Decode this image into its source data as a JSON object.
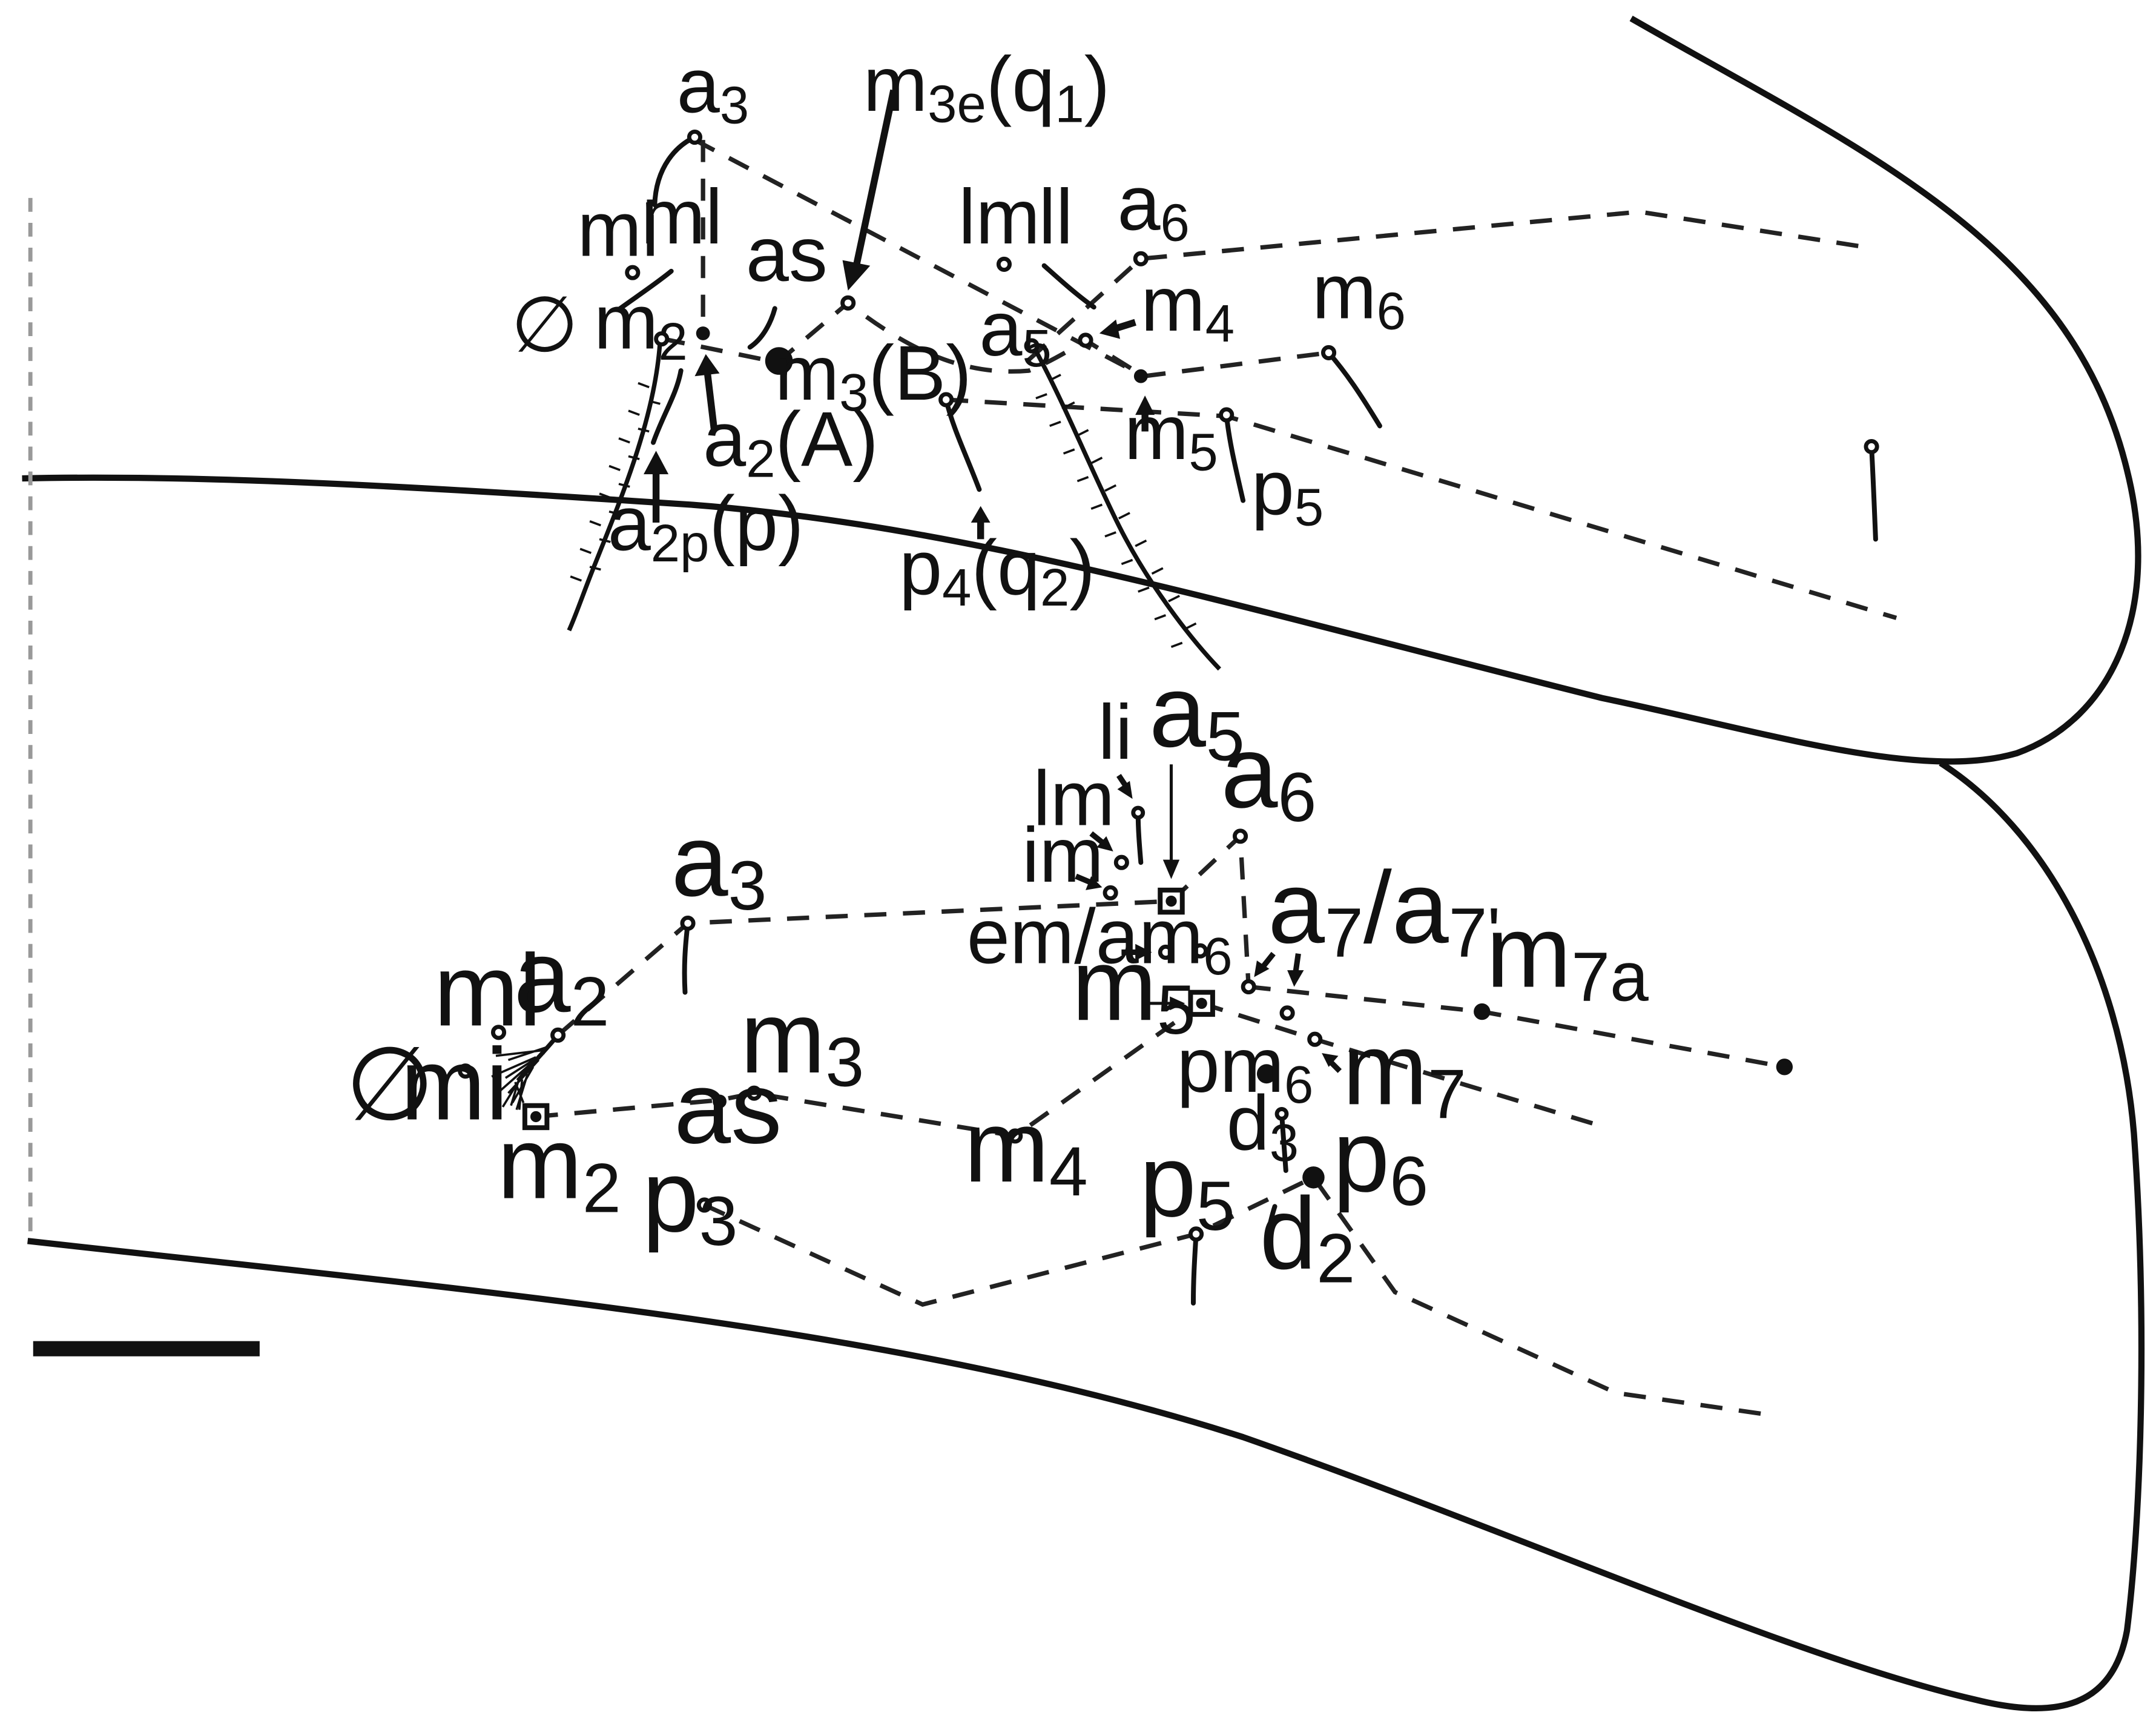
{
  "diagram": {
    "upper_plate": {
      "labels": {
        "a3": {
          "base": "a",
          "sub": "3",
          "suffix": ""
        },
        "m3e": {
          "base": "m",
          "sub": "3e",
          "suffix": "(q",
          "sub2": "1",
          "suffix2": ")"
        },
        "mi": {
          "base": "mi",
          "sub": "",
          "suffix": ""
        },
        "ml": {
          "base": "ml",
          "sub": "",
          "suffix": ""
        },
        "as": {
          "base": "as",
          "sub": "",
          "suffix": ""
        },
        "lm": {
          "base": "lm",
          "sub": "",
          "suffix": ""
        },
        "ll": {
          "base": "ll",
          "sub": "",
          "suffix": ""
        },
        "a6": {
          "base": "a",
          "sub": "6",
          "suffix": ""
        },
        "m2": {
          "base": "m",
          "sub": "2",
          "suffix": ""
        },
        "m3B": {
          "base": "m",
          "sub": "3",
          "suffix": "(B)"
        },
        "a5": {
          "base": "a",
          "sub": "5",
          "suffix": ""
        },
        "m4": {
          "base": "m",
          "sub": "4",
          "suffix": ""
        },
        "m6": {
          "base": "m",
          "sub": "6",
          "suffix": ""
        },
        "a2A": {
          "base": "a",
          "sub": "2",
          "suffix": "(A)"
        },
        "m5": {
          "base": "m",
          "sub": "5",
          "suffix": ""
        },
        "a2p": {
          "base": "a",
          "sub": "2p",
          "suffix": "(p)"
        },
        "p5": {
          "base": "p",
          "sub": "5",
          "suffix": ""
        },
        "p4": {
          "base": "p",
          "sub": "4",
          "suffix": "(q",
          "sub2": "2",
          "suffix2": ")"
        }
      },
      "absent_symbol": "∅"
    },
    "lower_plate": {
      "labels": {
        "li": {
          "base": "li",
          "sub": "",
          "suffix": ""
        },
        "a5": {
          "base": "a",
          "sub": "5",
          "suffix": ""
        },
        "a6": {
          "base": "a",
          "sub": "6",
          "suffix": ""
        },
        "lm": {
          "base": "lm",
          "sub": "",
          "suffix": ""
        },
        "im": {
          "base": "im",
          "sub": "",
          "suffix": ""
        },
        "a3": {
          "base": "a",
          "sub": "3",
          "suffix": ""
        },
        "em_am6": {
          "base": "em/am",
          "sub": "6",
          "suffix": ""
        },
        "a7": {
          "base": "a",
          "sub": "7",
          "suffix": "/a",
          "sub2": "7'",
          "suffix2": ""
        },
        "m7a": {
          "base": "m",
          "sub": "7a",
          "suffix": ""
        },
        "ml": {
          "base": "ml",
          "sub": "",
          "suffix": ""
        },
        "a2": {
          "base": "a",
          "sub": "2",
          "suffix": ""
        },
        "m5": {
          "base": "m",
          "sub": "5",
          "suffix": ""
        },
        "mi": {
          "base": "mi",
          "sub": "",
          "suffix": ""
        },
        "m3": {
          "base": "m",
          "sub": "3",
          "suffix": ""
        },
        "pm6": {
          "base": "pm",
          "sub": "6",
          "suffix": ""
        },
        "m7": {
          "base": "m",
          "sub": "7",
          "suffix": ""
        },
        "as": {
          "base": "as",
          "sub": "",
          "suffix": ""
        },
        "d3": {
          "base": "d",
          "sub": "3",
          "suffix": ""
        },
        "m2": {
          "base": "m",
          "sub": "2",
          "suffix": ""
        },
        "m4": {
          "base": "m",
          "sub": "4",
          "suffix": ""
        },
        "p6": {
          "base": "p",
          "sub": "6",
          "suffix": ""
        },
        "p5": {
          "base": "p",
          "sub": "5",
          "suffix": ""
        },
        "p3": {
          "base": "p",
          "sub": "3",
          "suffix": ""
        },
        "d2": {
          "base": "d",
          "sub": "2",
          "suffix": ""
        }
      },
      "absent_symbol": "∅"
    },
    "scale_bar": {
      "label": ""
    }
  }
}
